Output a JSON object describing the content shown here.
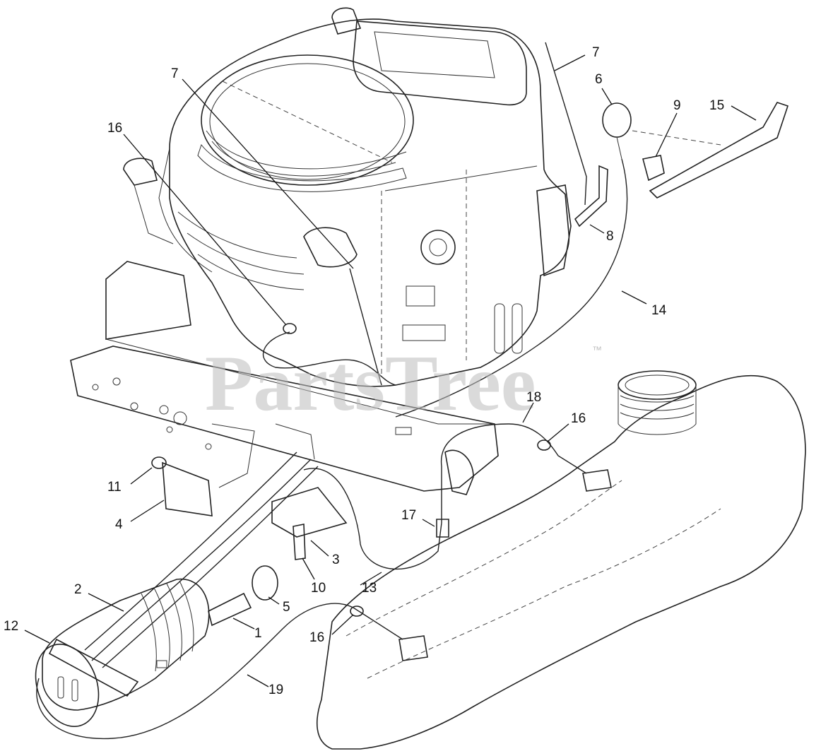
{
  "watermark": {
    "brand": "PartsTree",
    "tm": "™"
  },
  "callouts": [
    {
      "id": "c7a",
      "label": "7"
    },
    {
      "id": "c7b",
      "label": "7"
    },
    {
      "id": "c6",
      "label": "6"
    },
    {
      "id": "c9",
      "label": "9"
    },
    {
      "id": "c15",
      "label": "15"
    },
    {
      "id": "c16a",
      "label": "16"
    },
    {
      "id": "c8",
      "label": "8"
    },
    {
      "id": "c14",
      "label": "14"
    },
    {
      "id": "c18",
      "label": "18"
    },
    {
      "id": "c16b",
      "label": "16"
    },
    {
      "id": "c11",
      "label": "11"
    },
    {
      "id": "c4",
      "label": "4"
    },
    {
      "id": "c17",
      "label": "17"
    },
    {
      "id": "c3",
      "label": "3"
    },
    {
      "id": "c10",
      "label": "10"
    },
    {
      "id": "c13",
      "label": "13"
    },
    {
      "id": "c2",
      "label": "2"
    },
    {
      "id": "c5",
      "label": "5"
    },
    {
      "id": "c12",
      "label": "12"
    },
    {
      "id": "c1",
      "label": "1"
    },
    {
      "id": "c16c",
      "label": "16"
    },
    {
      "id": "c19",
      "label": "19"
    }
  ]
}
